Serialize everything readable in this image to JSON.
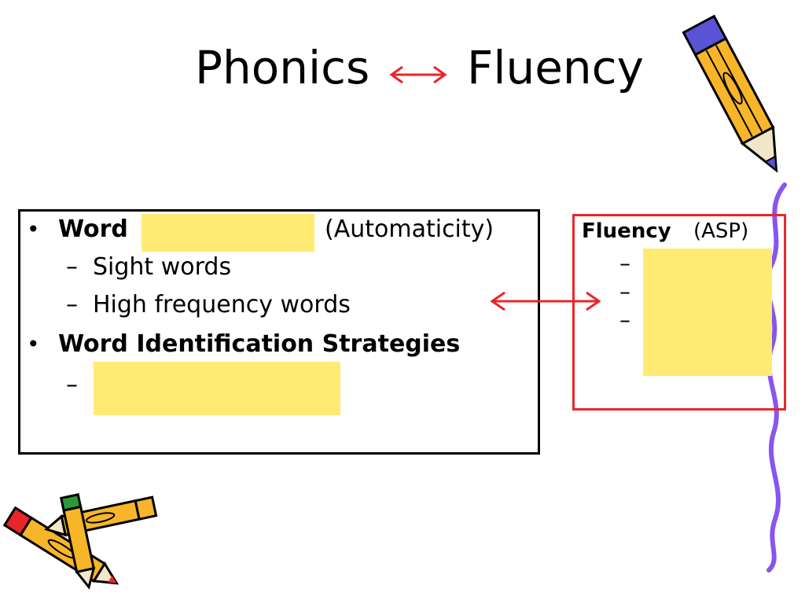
{
  "title": {
    "left": "Phonics",
    "right": "Fluency",
    "arrow_color": "#e8262a"
  },
  "left_box": {
    "bullets": [
      {
        "bold": "Word",
        "rest": "(Automaticity)",
        "subitems": [
          "Sight words",
          "High frequency words"
        ]
      },
      {
        "bold": "Word Identification Strategies",
        "subitems": [
          ""
        ]
      }
    ]
  },
  "right_box": {
    "title_bold": "Fluency",
    "title_rest": "(ASP)",
    "dashes": [
      "",
      "",
      ""
    ],
    "border_color": "#e8262a"
  },
  "colors": {
    "highlight": "#ffeb73",
    "arrow": "#e8262a",
    "squiggle": "#8855ee",
    "pencil_body": "#f7b52a"
  },
  "icons": [
    "pencil-icon",
    "crossed-pencils-icon",
    "double-arrow-icon",
    "squiggle-line"
  ]
}
